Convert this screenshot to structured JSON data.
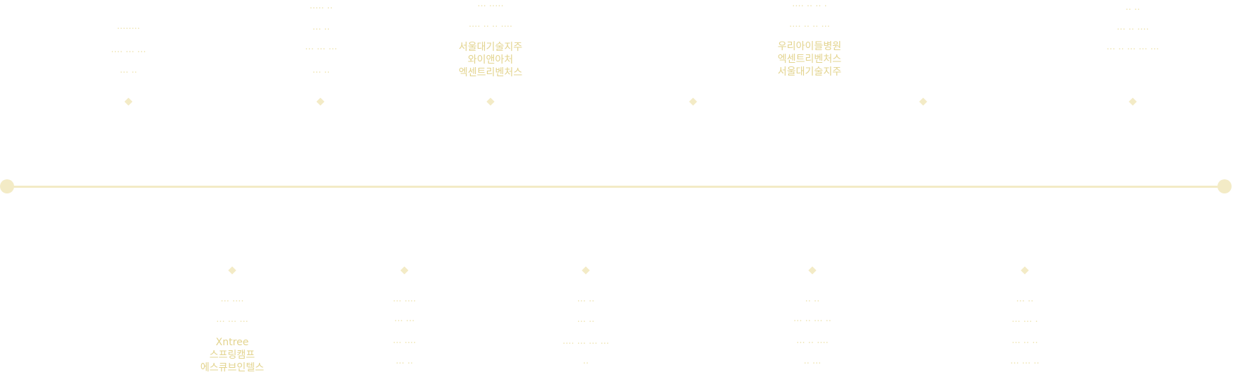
{
  "columns": [
    {
      "id": "col1",
      "x": 0,
      "labels": [
        "··· ····",
        "··· ··· ··· ···",
        "··· ··"
      ],
      "names": []
    }
  ],
  "top": [
    {
      "labels": [
        "········",
        "···· ··· ···",
        "··· ··"
      ],
      "names": []
    },
    {
      "labels": [
        "····· ··",
        "··· ··",
        "··· ··· ···",
        "··· ··"
      ],
      "names": []
    },
    {
      "labels": [
        "··· ·····",
        "···· ·· ·· ····"
      ],
      "names": [
        "서울대기술지주",
        "와이앤아처",
        "엑센트리벤처스"
      ]
    },
    {
      "labels": [],
      "names": []
    },
    {
      "labels": [
        "···· ·· ·· ·",
        "···· ·· ·· ···"
      ],
      "names": [
        "우리아이들병원",
        "엑센트리벤처스",
        "서울대기술지주"
      ]
    },
    {
      "labels": [],
      "names": []
    },
    {
      "labels": [
        "·· ··",
        "··· ·· ····",
        "··· ·· ··· ··· ···"
      ],
      "names": []
    }
  ],
  "bottom": [
    {
      "labels": [
        "··· ····",
        "··· ··· ···"
      ],
      "names": [
        "Xntree",
        "스프링캠프",
        "에스큐브인텔스"
      ]
    },
    {
      "labels": [
        "··· ····",
        "··· ···",
        "··· ····",
        "··· ··"
      ],
      "names": []
    },
    {
      "labels": [
        "··· ··",
        "··· ··",
        "···· ··· ··· ···",
        "··"
      ],
      "names": []
    },
    {
      "labels": [
        "·· ··",
        "··· ·· ··· ··",
        "··· ·· ····",
        "·· ···"
      ],
      "names": []
    },
    {
      "labels": [
        "··· ··",
        "··· ··· ·",
        "··· ·· ··",
        "··· ··· ··"
      ],
      "names": []
    }
  ]
}
